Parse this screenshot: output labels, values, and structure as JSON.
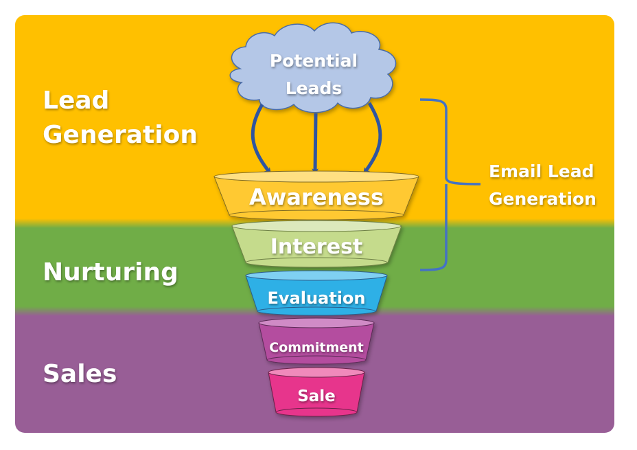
{
  "stages": [
    {
      "label_lines": [
        "Lead",
        "Generation"
      ],
      "color": "#ffc000"
    },
    {
      "label_lines": [
        "Nurturing"
      ],
      "color": "#70ad47"
    },
    {
      "label_lines": [
        "Sales"
      ],
      "color": "#985e96"
    }
  ],
  "source": {
    "label_lines": [
      "Potential",
      "Leads"
    ],
    "color": "#b4c7e7"
  },
  "funnel": [
    {
      "label": "Awareness",
      "color": "#ffd447"
    },
    {
      "label": "Interest",
      "color": "#c5db8c"
    },
    {
      "label": "Evaluation",
      "color": "#36b1e4"
    },
    {
      "label": "Commitment",
      "color": "#b44d9f"
    },
    {
      "label": "Sale",
      "color": "#e7358c"
    }
  ],
  "bracket": {
    "label_lines": [
      "Email Lead",
      "Generation"
    ],
    "color": "#4472c4"
  },
  "arrow_color": "#2f55a0"
}
